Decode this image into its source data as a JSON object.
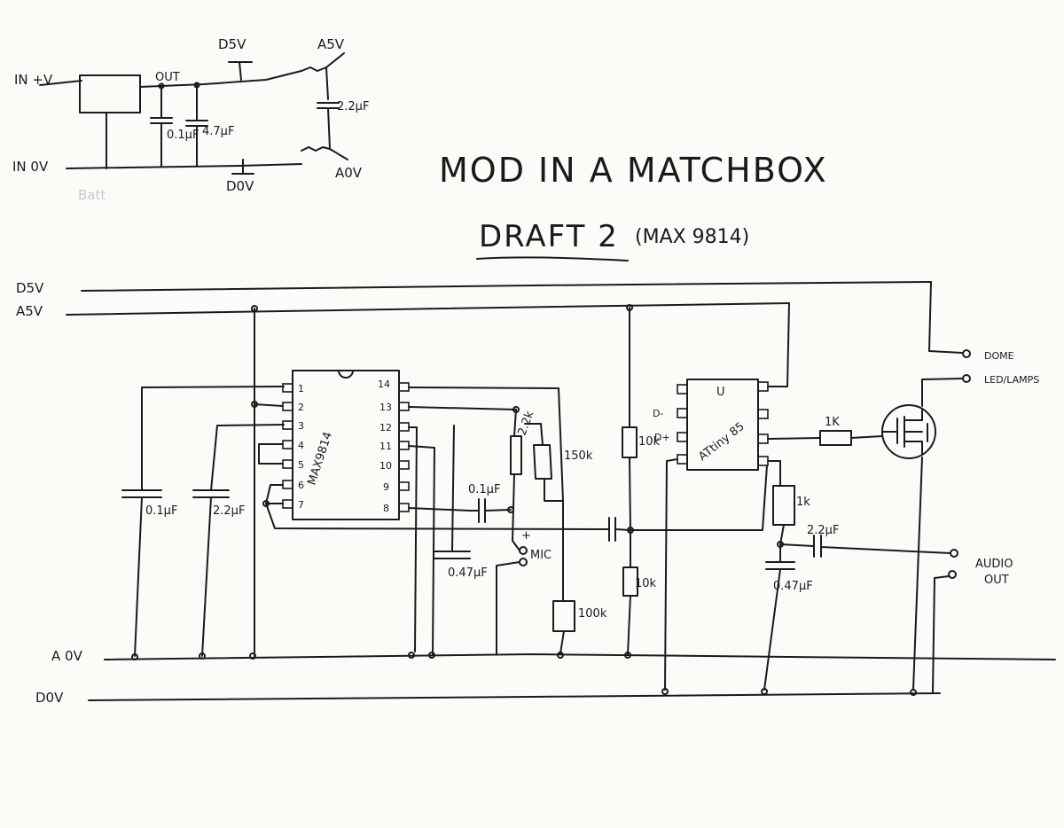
{
  "title": "MOD IN A MATCHBOX",
  "subtitle": "DRAFT 2",
  "subtitle_note": "(MAX 9814)",
  "psu": {
    "in_pos": "IN +V",
    "in_neg": "IN 0V",
    "out": "OUT",
    "d5v": "D5V",
    "a5v": "A5V",
    "d0v": "D0V",
    "a0v": "A0V",
    "c1": "0.1µF",
    "c2": "4.7µF",
    "c3": "2.2µF",
    "faint": "Batt"
  },
  "rails": {
    "d5v": "D5V",
    "a5v": "A5V",
    "a0v": "A 0V",
    "d0v": "D0V"
  },
  "max9814": {
    "label": "MAX9814",
    "pins_left": [
      "1",
      "2",
      "3",
      "4",
      "5",
      "6",
      "7"
    ],
    "pins_right": [
      "14",
      "13",
      "12",
      "11",
      "10",
      "9",
      "8"
    ]
  },
  "attiny": {
    "label": "ATtiny 85",
    "top_mark": "U",
    "d_minus": "D-",
    "d_plus": "D+"
  },
  "components": {
    "c_01_left": "0.1µF",
    "c_22_left": "2.2µF",
    "c_047_mid": "0.47µF",
    "c_01_mid": "0.1µF",
    "r_22k": "2.2k",
    "r_150k": "150k",
    "mic": "MIC",
    "mic_plus": "+",
    "r_100k": "100k",
    "r_10k_top": "10k",
    "r_10k_bot": "10k",
    "r_1k_gate": "1K",
    "r_1k_out": "1k",
    "c_22_out": "2.2µF",
    "c_047_out": "0.47µF"
  },
  "outputs": {
    "dome": "DOME",
    "led": "LED/LAMPS",
    "audio": "AUDIO",
    "audio2": "OUT"
  }
}
